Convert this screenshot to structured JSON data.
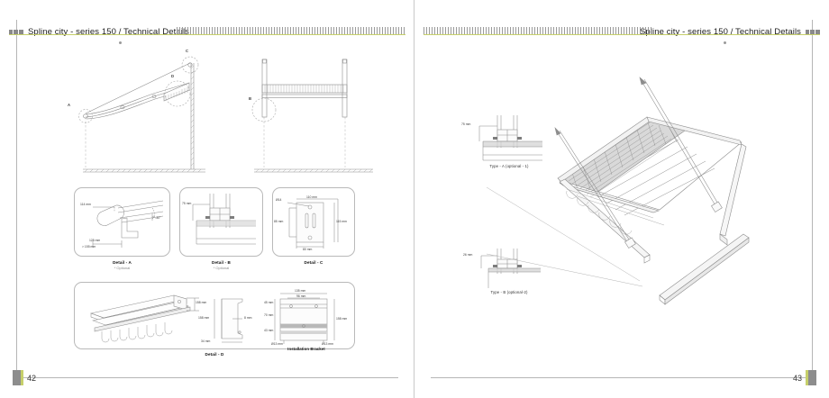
{
  "document": {
    "header_title": "Spline city - series 150 /  Technical Details",
    "accent_color": "#c6cf6a"
  },
  "left_page": {
    "page_number": "42",
    "elevation_side": {
      "callouts": [
        "A",
        "C",
        "D"
      ]
    },
    "elevation_front": {
      "callouts": [
        "B"
      ]
    },
    "details": [
      {
        "id": "detail-a",
        "title": "Detail - A",
        "subtitle": "* Optional",
        "labels": [
          "114 mm",
          "7°-30°",
          "125 mm",
          "> 155 mm"
        ]
      },
      {
        "id": "detail-b",
        "title": "Detail - B",
        "subtitle": "* Optional",
        "labels": [
          "75 mm"
        ]
      },
      {
        "id": "detail-c",
        "title": "Detail - C",
        "subtitle": "",
        "labels": [
          "Ø14",
          "110 mm",
          "85 mm",
          "115 mm",
          "80 mm"
        ]
      },
      {
        "id": "detail-d",
        "title": "Detail - D",
        "subtitle": "",
        "labels": [
          "158 mm"
        ]
      }
    ],
    "profile_section": {
      "labels": [
        "158 mm",
        "8 mm",
        "34 mm"
      ]
    },
    "installation_bracket": {
      "title": "Installation Bracket",
      "labels": [
        "135 mm",
        "96 mm",
        "45 mm",
        "70 mm",
        "43 mm",
        "158 mm",
        "Ø13 mm",
        "Ø13 mm"
      ]
    }
  },
  "right_page": {
    "page_number": "43",
    "type_a": {
      "caption": "Type - A (optional - 1)",
      "labels": [
        "75 mm"
      ]
    },
    "type_b": {
      "caption": "Type - B (optional-2)",
      "labels": [
        "26 mm"
      ]
    },
    "iso_view": {
      "name": "pergola-exploded-isometric"
    }
  }
}
